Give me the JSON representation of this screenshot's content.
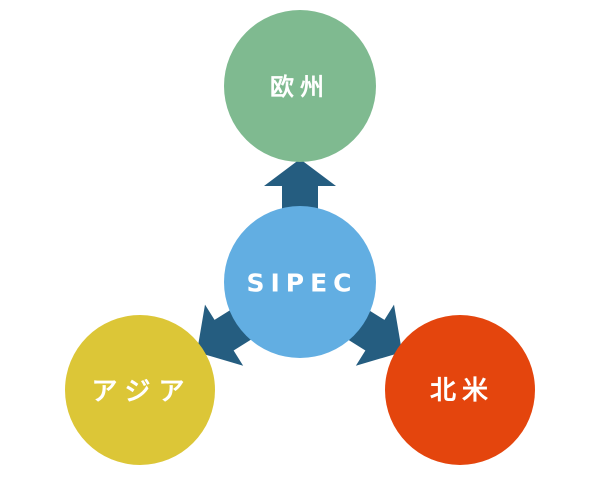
{
  "diagram": {
    "center": {
      "label": "SIPEC",
      "color": "#62aee2"
    },
    "nodes": {
      "europe": {
        "label": "欧州",
        "color": "#7fba90"
      },
      "asia": {
        "label": "アジア",
        "color": "#dcc637"
      },
      "north_america": {
        "label": "北米",
        "color": "#e4450d"
      }
    },
    "arrow_color": "#255d80"
  }
}
